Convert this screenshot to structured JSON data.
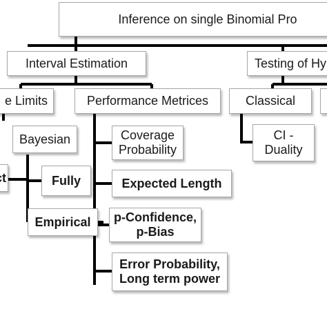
{
  "diagram": {
    "root": {
      "label": "Inference on single Binomial Pro"
    },
    "interval_estimation": {
      "label": "Interval Estimation"
    },
    "testing": {
      "label": "Testing of Hy"
    },
    "limits": {
      "label": "e Limits"
    },
    "performance": {
      "label": "Performance  Metrices"
    },
    "classical": {
      "label": "Classical"
    },
    "ci_duality": {
      "label": "CI -\nDuality"
    },
    "bayesian": {
      "label": "Bayesian"
    },
    "exact": {
      "label": "ct"
    },
    "fully": {
      "label": "Fully"
    },
    "empirical": {
      "label": "Empirical"
    },
    "coverage": {
      "label": "Coverage\nProbability"
    },
    "expected_length": {
      "label": "Expected Length"
    },
    "p_confidence": {
      "label": "p-Confidence,\np-Bias"
    },
    "error_probability": {
      "label": "Error Probability,\nLong term power"
    },
    "colors": {
      "connector": "#000000",
      "box_border": "#a6a6a6",
      "box_fill": "#ffffff",
      "text": "#1a1a1a"
    }
  }
}
